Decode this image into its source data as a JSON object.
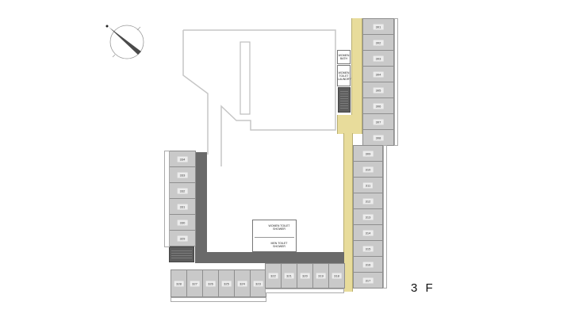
{
  "floor_label": "3 F",
  "colors": {
    "room_fill": "#c9c9c9",
    "corridor_yellow": "#e8dc9b",
    "corridor_gray": "#6a6a6a",
    "outline": "#c4c4c4"
  },
  "compass": {
    "icon": "north-arrow-icon"
  },
  "facilities": {
    "women_bath": "WOMEN BATH",
    "women_toilet_laundry": "WOMEN TOILET LAUNDRY",
    "women_toilet_shower": "WOMEN TOILET SHOWER",
    "men_toilet_shower": "MEN TOILET SHOWER"
  },
  "rooms": {
    "east_upper": [
      "301",
      "302",
      "303",
      "304",
      "305",
      "306",
      "307",
      "308"
    ],
    "east_lower": [
      "309",
      "310",
      "311",
      "312",
      "313",
      "314",
      "315",
      "316",
      "317"
    ],
    "south_right": [
      "322",
      "321",
      "320",
      "319",
      "318"
    ],
    "south_left": [
      "328",
      "327",
      "326",
      "325",
      "324",
      "323"
    ],
    "west": [
      "334",
      "333",
      "332",
      "331",
      "330",
      "329"
    ]
  }
}
